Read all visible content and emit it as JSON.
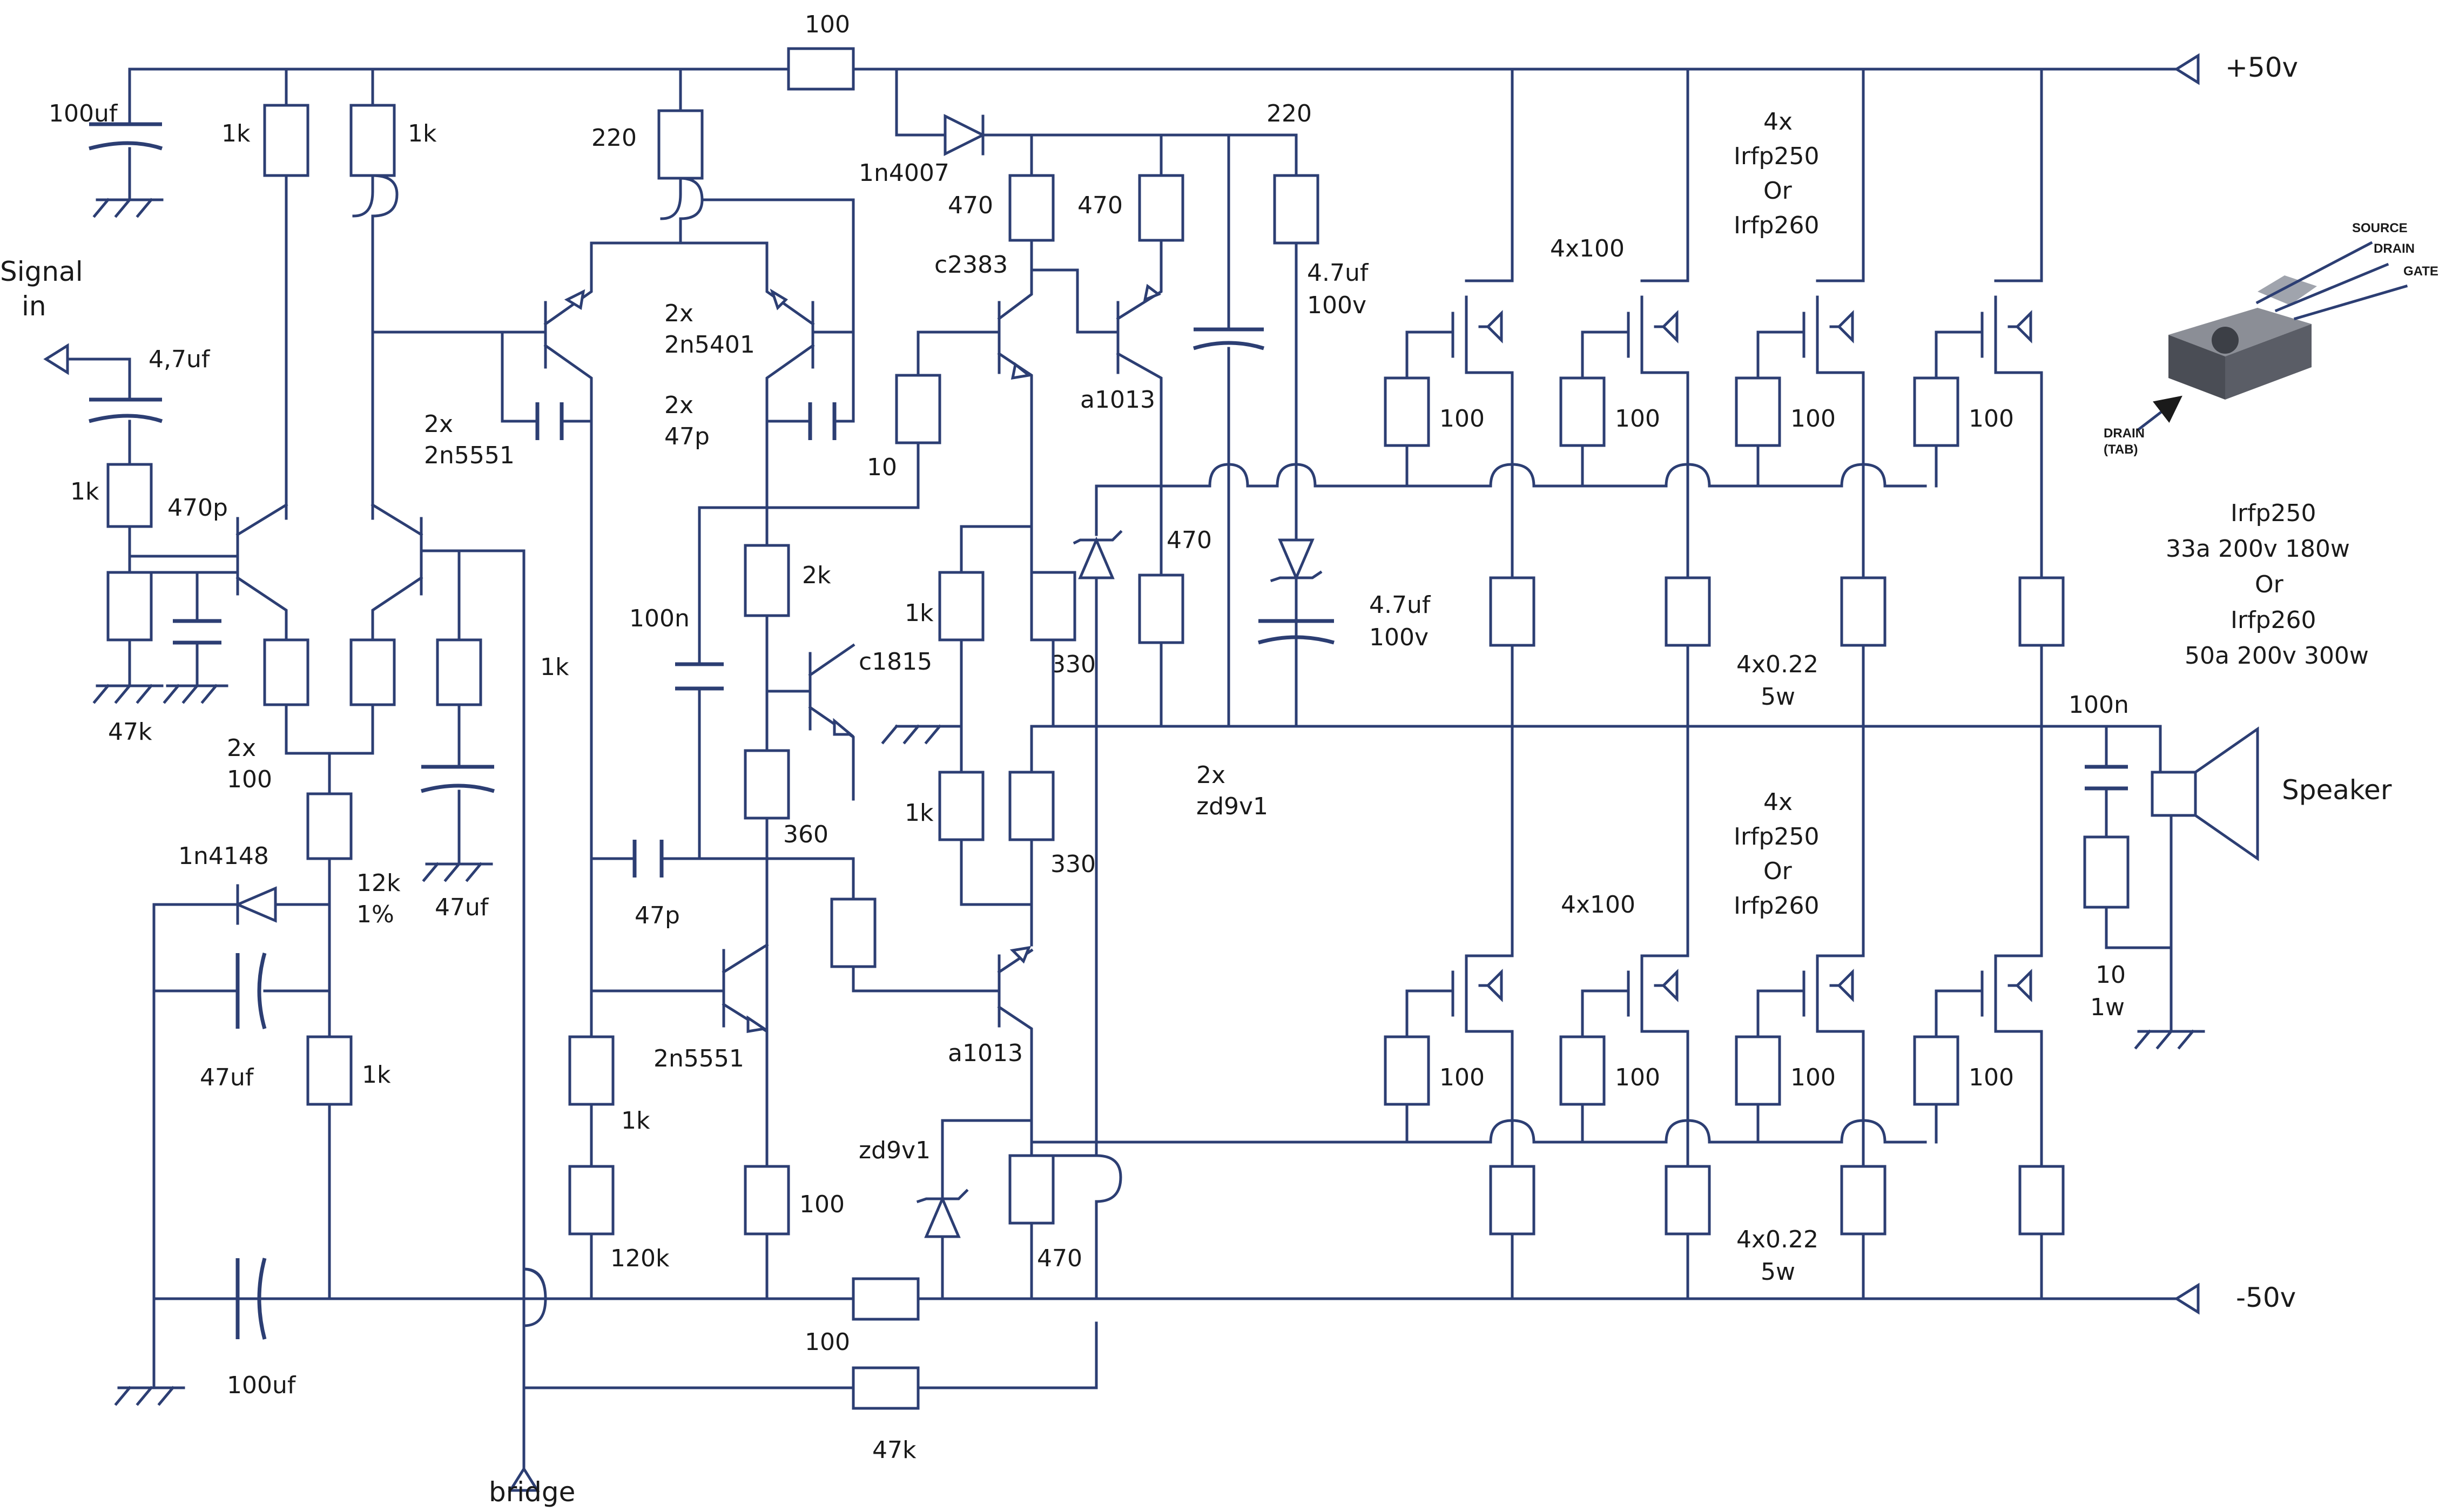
{
  "rails": {
    "positive": "+50v",
    "negative": "-50v"
  },
  "io": {
    "signal_in": "Signal\nin",
    "speaker": "Speaker",
    "bridge": "bridge"
  },
  "front_end": {
    "c_input_decoupling": "100uf",
    "r_tail_left": "1k",
    "r_tail_right": "1k",
    "r_top_220": "220",
    "c_input": "4,7uf",
    "r_input": "1k",
    "c_input_bypass": "470p",
    "r_input_ground": "47k",
    "q_diff_pair": "2x\n2n5551",
    "r_emitters": "2x\n100",
    "d_clamp": "1n4148",
    "r_feedback_12k": "12k\n1%",
    "c_feedback_47uf": "47uf",
    "c_lower_47uf": "47uf",
    "r_feedback_1k": "1k",
    "c_bottom_100uf": "100uf",
    "r_long_1k": "1k"
  },
  "vas": {
    "q_current_mirror": "2x\n2n5401",
    "c_mirror": "2x\n47p",
    "r_10": "10",
    "c_100n": "100n",
    "r_2k": "2k",
    "q_c1815": "c1815",
    "r_360": "360",
    "c_47p": "47p",
    "q_2n5551": "2n5551",
    "r_1k": "1k",
    "r_120k": "120k",
    "r_100": "100"
  },
  "drivers": {
    "r_series_100": "100",
    "d_1n4007": "1n4007",
    "r_220": "220",
    "r_470_a": "470",
    "r_470_b": "470",
    "q_c2383": "c2383",
    "q_a1013_top": "a1013",
    "c_4_7uf_top": "4.7uf\n100v",
    "r_470_mid": "470",
    "c_4_7uf_mid": "4.7uf\n100v",
    "r_1k_mid": "1k",
    "r_330_a": "330",
    "r_1k_low": "1k",
    "r_330_b": "330",
    "z_pair": "2x\nzd9v1",
    "q_a1013_bottom": "a1013",
    "z_single": "zd9v1",
    "r_470_low": "470",
    "r_100_bottom": "100",
    "r_47k_feedback": "47k"
  },
  "output_stage": {
    "upper_mosfets": "4x\nIrfp250\nOr\nIrfp260",
    "lower_mosfets": "4x\nIrfp250\nOr\nIrfp260",
    "upper_gate_resistors": "4x100",
    "lower_gate_resistors": "4x100",
    "gate_resistor_value": "100",
    "upper_source_resistors": "4x0.22\n5w",
    "lower_source_resistors": "4x0.22\n5w",
    "zobel_cap": "100n",
    "zobel_res": "10\n1w"
  },
  "reference": {
    "pin_source": "SOURCE",
    "pin_drain": "DRAIN",
    "pin_gate": "GATE",
    "tab_label": "DRAIN\n(TAB)",
    "specs": "Irfp250\n33a 200v 180w\nOr\nIrfp260\n50a 200v 300w"
  },
  "colors": {
    "wire": "#2c3e73",
    "text": "#1a1a1a",
    "background": "#ffffff"
  }
}
